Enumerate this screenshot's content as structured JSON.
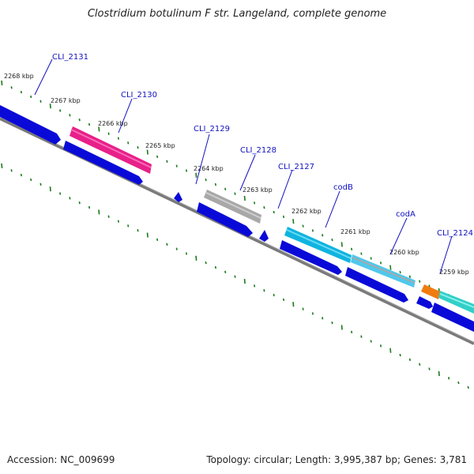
{
  "title": "Clostridium botulinum F str. Langeland, complete genome",
  "footer": {
    "accession": "Accession: NC_009699",
    "topology": "Topology: circular; Length: 3,995,387 bp; Genes: 3,781"
  },
  "colors": {
    "cds": "#0a0ad8",
    "backbone": "#808080",
    "ticks": "#1a7a1a",
    "label": "#1010c0",
    "magenta": "#e8208a",
    "gray": "#a8a8a8",
    "cyan": "#10b4e0",
    "teal": "#30d0c8",
    "orange": "#f07c10"
  },
  "kbp_labels": [
    "2268 kbp",
    "2267 kbp",
    "2266 kbp",
    "2265 kbp",
    "2264 kbp",
    "2263 kbp",
    "2262 kbp",
    "2261 kbp",
    "2260 kbp",
    "2259 kbp"
  ],
  "gene_labels": [
    "CLI_2131",
    "CLI_2130",
    "CLI_2129",
    "CLI_2128",
    "CLI_2127",
    "codB",
    "codA",
    "CLI_2124"
  ]
}
